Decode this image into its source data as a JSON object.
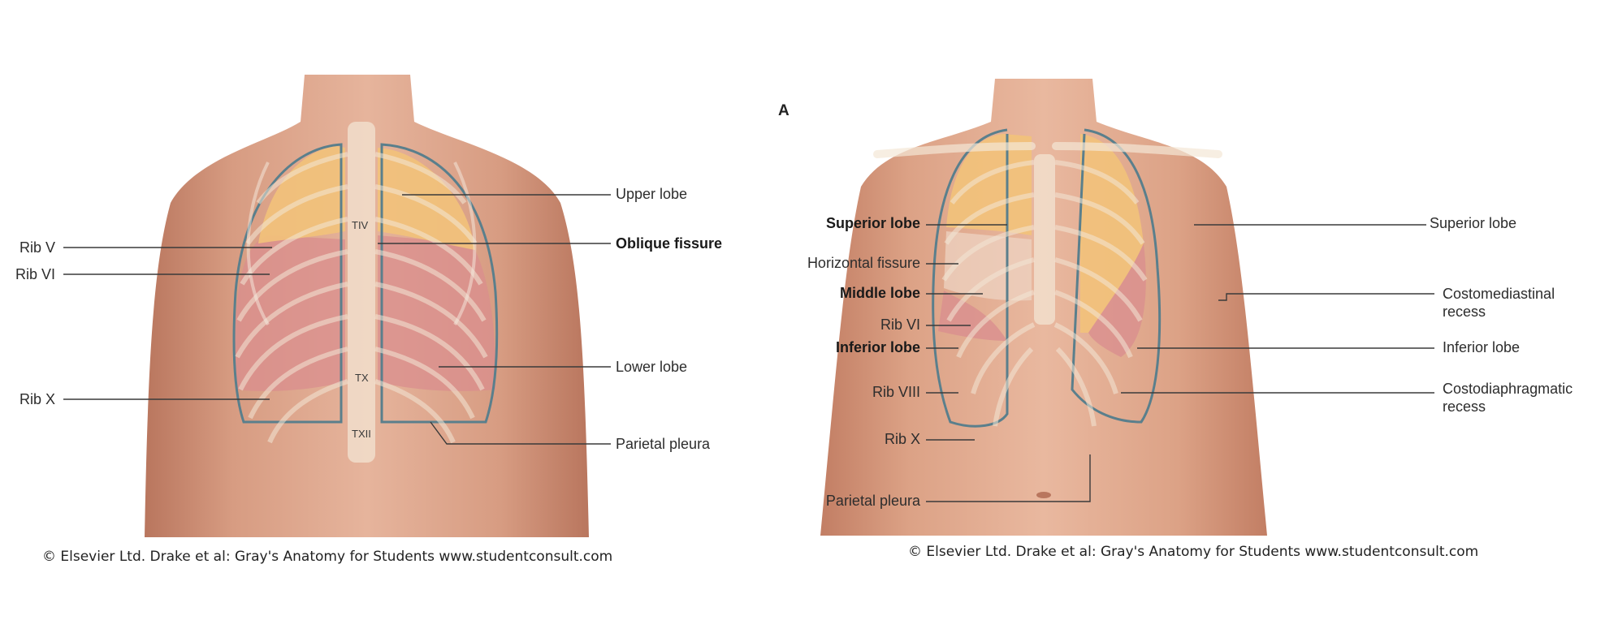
{
  "panel_letter": "A",
  "back_view": {
    "vertebrae": {
      "t4": "TIV",
      "t10": "TX",
      "t12": "TXII"
    },
    "left_labels": {
      "rib_v": "Rib V",
      "rib_vi": "Rib VI",
      "rib_x": "Rib X"
    },
    "right_labels": {
      "upper_lobe": "Upper lobe",
      "oblique_fissure": "Oblique fissure",
      "lower_lobe": "Lower lobe",
      "parietal_pleura": "Parietal pleura"
    },
    "credit": "© Elsevier Ltd. Drake et al: Gray's Anatomy for Students www.studentconsult.com"
  },
  "front_view": {
    "left_labels": {
      "superior_lobe": "Superior lobe",
      "horizontal_fissure": "Horizontal fissure",
      "middle_lobe": "Middle lobe",
      "rib_vi": "Rib VI",
      "inferior_lobe": "Inferior lobe",
      "rib_viii": "Rib VIII",
      "rib_x": "Rib X",
      "parietal_pleura": "Parietal pleura"
    },
    "right_labels": {
      "superior_lobe": "Superior lobe",
      "costomediastinal_line1": "Costomediastinal",
      "costomediastinal_line2": "recess",
      "inferior_lobe": "Inferior lobe",
      "costodiaphragmatic_line1": "Costodiaphragmatic",
      "costodiaphragmatic_line2": "recess"
    },
    "credit": "© Elsevier Ltd. Drake et al: Gray's Anatomy for Students www.studentconsult.com"
  },
  "colors": {
    "skin": "#e0a88e",
    "skin_shadow": "#c98a72",
    "upper_lobe": "#f2c27a",
    "lower_lobe": "#d98e8e",
    "pleura": "#5a7f8c",
    "bone": "#f3e7d6",
    "leader": "#3a3a3a"
  }
}
